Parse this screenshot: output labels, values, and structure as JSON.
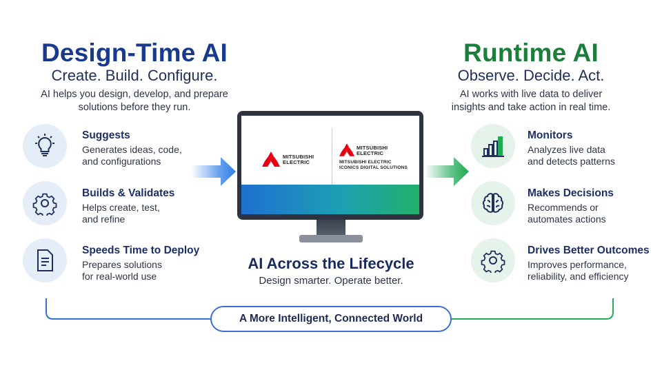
{
  "left": {
    "title": "Design-Time AI",
    "subtitle": "Create. Build. Configure.",
    "description_lines": [
      "AI helps you design, develop, and prepare",
      "solutions before they run."
    ],
    "features": [
      {
        "title": "Suggests",
        "lines": [
          "Generates ideas, code,",
          "and configurations"
        ],
        "icon": "lightbulb-icon"
      },
      {
        "title": "Builds & Validates",
        "lines": [
          "Helps create, test,",
          "and refine"
        ],
        "icon": "gear-icon"
      },
      {
        "title": "Speeds Time to Deploy",
        "lines": [
          "Prepares solutions",
          "for real-world use"
        ],
        "icon": "document-icon"
      }
    ]
  },
  "right": {
    "title": "Runtime AI",
    "subtitle": "Observe. Decide. Act.",
    "description_lines": [
      "AI works with live data to deliver",
      "insights and take action in real time."
    ],
    "features": [
      {
        "title": "Monitors",
        "lines": [
          "Analyzes live data",
          "and detects patterns"
        ],
        "icon": "bar-chart-icon"
      },
      {
        "title": "Makes Decisions",
        "lines": [
          "Recommends or",
          "automates actions"
        ],
        "icon": "brain-icon"
      },
      {
        "title": "Drives Better Outcomes",
        "lines": [
          "Improves performance,",
          "reliability, and efficiency"
        ],
        "icon": "gear-icon"
      }
    ]
  },
  "center": {
    "title": "AI Across the Lifecycle",
    "subtitle": "Design smarter. Operate better.",
    "monitor": {
      "logo_left": [
        "MITSUBISHI",
        "ELECTRIC"
      ],
      "logo_right": [
        "MITSUBISHI",
        "ELECTRIC"
      ],
      "logo_right_caption": [
        "MITSUBISHI ELECTRIC",
        "ICONICS DIGITAL SOLUTIONS"
      ]
    }
  },
  "footer": {
    "label": "A More Intelligent, Connected World"
  },
  "colors": {
    "left_accent": "#173a8c",
    "right_accent": "#1b7f3b",
    "blue_arrow": "#2f7de8",
    "green_arrow": "#1faa55",
    "logo_red": "#e60012"
  }
}
